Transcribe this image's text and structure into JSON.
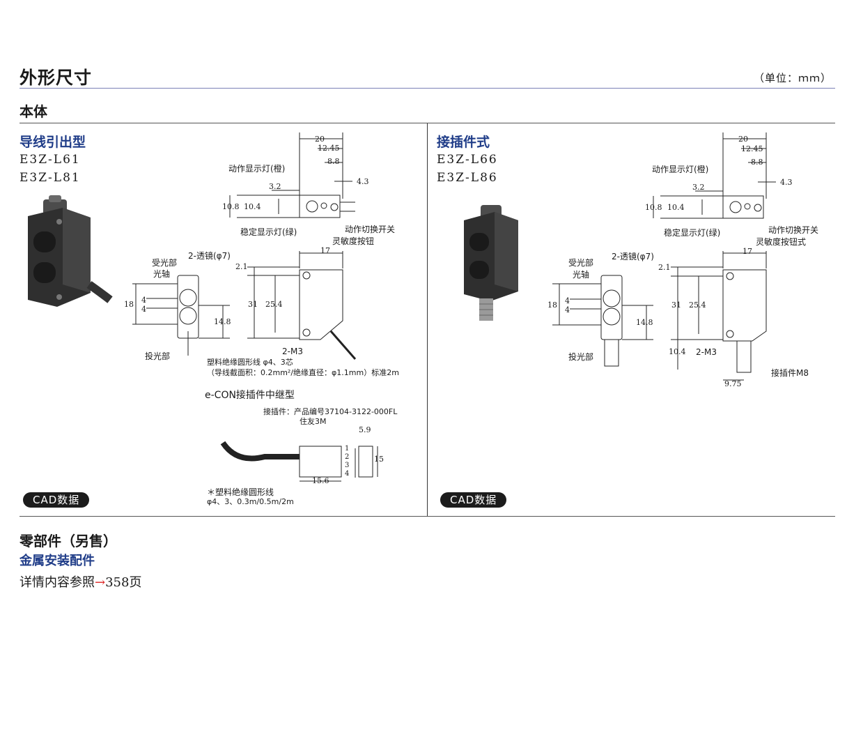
{
  "header": {
    "title": "外形尺寸",
    "unit_note": "（单位：ｍｍ）"
  },
  "section": {
    "title": "本体"
  },
  "left_panel": {
    "title": "导线引出型",
    "models": [
      "E3Z-L61",
      "E3Z-L81"
    ],
    "cad_label": "CAD数据",
    "labels": {
      "indicator_orange": "动作显示灯(橙)",
      "stable_green": "稳定显示灯(绿)",
      "mode_switch": "动作切换开关",
      "sensitivity": "灵敏度按钮",
      "receiver": "受光部",
      "optical_axis": "光轴",
      "lens": "2-透镜(φ7)",
      "emitter": "投光部",
      "m3": "2-M3",
      "cable1": "塑料绝缘圆形线 φ4、3芯",
      "cable2": "（导线截面积：0.2mm²/绝缘直径：φ1.1mm）标准2m",
      "econ_title": "e-CON接插件中继型",
      "connector1": "接插件：产品编号37104-3122-000FL",
      "connector2": "住友3M",
      "cable_note1": "＊塑料绝缘圆形线",
      "cable_note2": "φ4、3、0.3m/0.5m/2m"
    },
    "dims": [
      "20",
      "12.45",
      "8.8",
      "4.3",
      "3.2",
      "10.8",
      "10.4",
      "17",
      "2.1",
      "18",
      "4",
      "4",
      "31",
      "25.4",
      "14.8",
      "5.9",
      "15",
      "15.6",
      "1",
      "2",
      "3",
      "4"
    ]
  },
  "right_panel": {
    "title": "接插件式",
    "models": [
      "E3Z-L66",
      "E3Z-L86"
    ],
    "cad_label": "CAD数据",
    "labels": {
      "indicator_orange": "动作显示灯(橙)",
      "stable_green": "稳定显示灯(绿)",
      "mode_switch": "动作切换开关",
      "sensitivity": "灵敏度按钮式",
      "receiver": "受光部",
      "optical_axis": "光轴",
      "lens": "2-透镜(φ7)",
      "emitter": "投光部",
      "m3": "2-M3",
      "connector": "接插件M8"
    },
    "dims": [
      "20",
      "12.45",
      "8.8",
      "4.3",
      "3.2",
      "10.8",
      "10.4",
      "17",
      "2.1",
      "18",
      "4",
      "4",
      "31",
      "25.4",
      "14.8",
      "10.4",
      "9.75"
    ]
  },
  "parts": {
    "title": "零部件（另售）",
    "subtitle": "金属安装配件",
    "ref_text": "详情内容参照",
    "ref_arrow": "→",
    "ref_page": "358页"
  },
  "colors": {
    "accent_blue": "#1f3c88",
    "rule_blue": "#7a7fb6",
    "arrow_red": "#dd2222"
  }
}
